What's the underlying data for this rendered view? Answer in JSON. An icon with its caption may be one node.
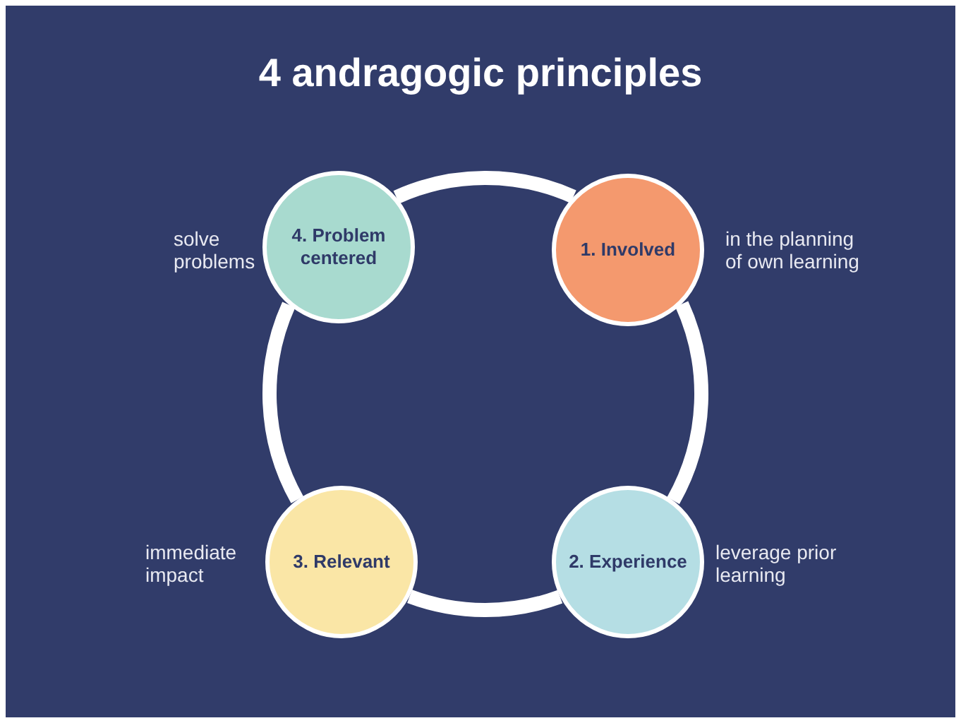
{
  "diagram": {
    "title": "4 andragogic principles",
    "nodes": [
      {
        "text": [
          "4. Problem centered"
        ],
        "beside": [
          "solve problems"
        ]
      },
      {
        "text": [
          "1. Involved"
        ],
        "beside": [
          "in the planning of own learning"
        ]
      },
      {
        "text": [
          "3. Relevant"
        ],
        "beside": [
          "immediate impact"
        ]
      },
      {
        "text": [
          "2. Experience"
        ],
        "beside": [
          "leverage prior learning"
        ]
      }
    ],
    "edges": [
      {
        "from": 1,
        "to": 3,
        "arrow": "none"
      },
      {
        "from": 3,
        "to": 2,
        "arrow": "none"
      },
      {
        "from": 2,
        "to": 0,
        "arrow": "none"
      },
      {
        "from": 0,
        "to": 1,
        "arrow": "none"
      }
    ]
  }
}
